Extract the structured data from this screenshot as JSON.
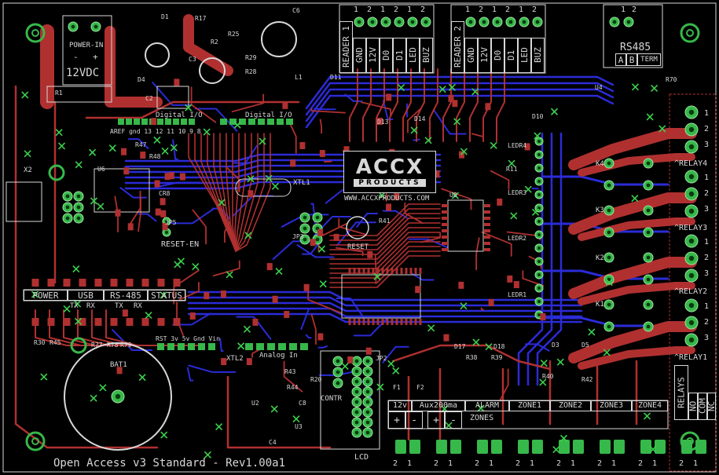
{
  "board": {
    "title": "Open Access v3 Standard - Rev1.00a1",
    "logo": {
      "main": "ACCX",
      "sub": "PRODUCTS",
      "url": "WWW.ACCXPRODUCTS.COM"
    },
    "colors": {
      "background": "#000000",
      "top_copper": "#b03030",
      "bottom_copper": "#2b2bd8",
      "pads": "#37b84a",
      "silkscreen": "#d8d8d8",
      "via": "#3cd04c"
    }
  },
  "power": {
    "label": "POWER-IN",
    "voltage": "12VDC",
    "minus": "-",
    "plus": "+"
  },
  "readers": [
    {
      "name": "READER 1",
      "pins": [
        "GND",
        "12V",
        "D0",
        "D1",
        "LED",
        "BUZ"
      ]
    },
    {
      "name": "READER 2",
      "pins": [
        "GND",
        "12V",
        "D0",
        "D1",
        "LED",
        "BUZ"
      ]
    }
  ],
  "header_numbers": [
    "1",
    "2",
    "1",
    "2",
    "1",
    "2"
  ],
  "rs485": {
    "name": "RS485",
    "pins": [
      "A",
      "B",
      "TERM"
    ]
  },
  "relays": {
    "labels": [
      "^RELAY4",
      "^RELAY3",
      "^RELAY2",
      "^RELAY1"
    ],
    "footer": {
      "name": "RELAYS",
      "pins": [
        "NO",
        "COM",
        "NC"
      ]
    },
    "ks": [
      "K4",
      "K3",
      "K2",
      "K1"
    ]
  },
  "leds": {
    "names": [
      "POWER",
      "USB",
      "RS-485",
      "STATUS"
    ],
    "sub": [
      "TX",
      "RX",
      "TX",
      "RX"
    ]
  },
  "zones": {
    "labels": [
      "12v",
      "Aux200ma",
      "ALARM",
      "ZONE1",
      "ZONE2",
      "ZONE3",
      "ZONE4"
    ],
    "zones_label": "ZONES",
    "signs": [
      "+",
      "-",
      "+",
      "-"
    ]
  },
  "labels": {
    "digital_io": "Digital I/O",
    "analog_in": "Analog In",
    "reset": "RESET",
    "reset_en": "RESET-EN",
    "bat": "BAT1",
    "lcd": "LCD",
    "contr": "CONTR",
    "xtl1": "XTL1",
    "xtl2": "XTL2",
    "power_row": "RST 3v 5v Gnd Vin",
    "digital_pins": "AREF gnd 13 12 11 10 9 8",
    "x2": "X2"
  },
  "refdes": [
    "R1",
    "R2",
    "C3",
    "C2",
    "D1",
    "D4",
    "R17",
    "R25",
    "R28",
    "R29",
    "L1",
    "C6",
    "U6",
    "CR8",
    "R47",
    "R48",
    "U8",
    "R41",
    "R70",
    "U4",
    "D11",
    "D13",
    "D14",
    "D10",
    "R11",
    "LEDR4",
    "LEDR3",
    "LEDR2",
    "LEDR1",
    "D17",
    "D18",
    "R38",
    "R39",
    "D3",
    "D5",
    "R40",
    "R42",
    "R30",
    "R45",
    "R77",
    "R78",
    "R79",
    "F1",
    "F2",
    "JP2",
    "JP3",
    "JP5",
    "C8",
    "U2",
    "U3",
    "C4",
    "R20",
    "R43",
    "R44"
  ],
  "footer_pin_numbers": [
    "2",
    "1",
    "2",
    "1",
    "2",
    "1",
    "2",
    "1",
    "2",
    "1",
    "2",
    "1",
    "2",
    "1",
    "2",
    "1"
  ],
  "relay_pin_numbers": [
    "1",
    "2",
    "3"
  ]
}
